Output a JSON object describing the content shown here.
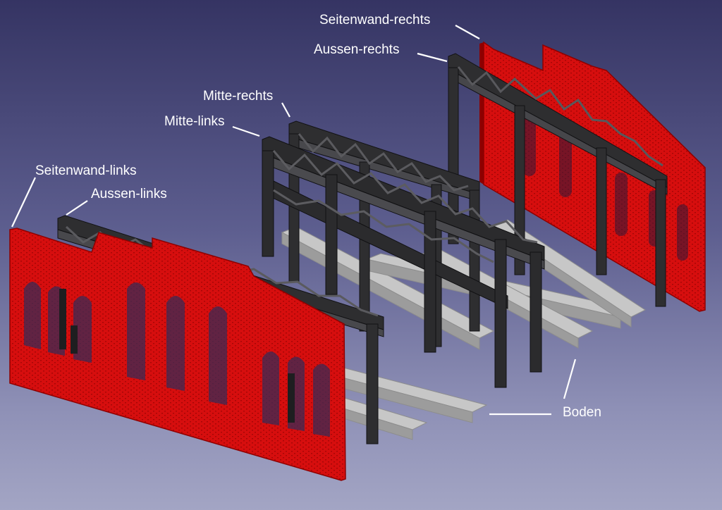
{
  "scene": {
    "background_top": "#353463",
    "background_bottom": "#a3a5c4",
    "wall_color": "#d40d0d",
    "wall_dark": "#8e0000",
    "frame_color": "#2e2e30",
    "frame_light": "#505055",
    "base_color": "#c9c9c9",
    "base_dark": "#9a9a9a",
    "leader_color": "#ffffff"
  },
  "labels": {
    "seitenwand_rechts": "Seitenwand-rechts",
    "aussen_rechts": "Aussen-rechts",
    "mitte_rechts": "Mitte-rechts",
    "mitte_links": "Mitte-links",
    "seitenwand_links": "Seitenwand-links",
    "aussen_links": "Aussen-links",
    "boden": "Boden"
  }
}
